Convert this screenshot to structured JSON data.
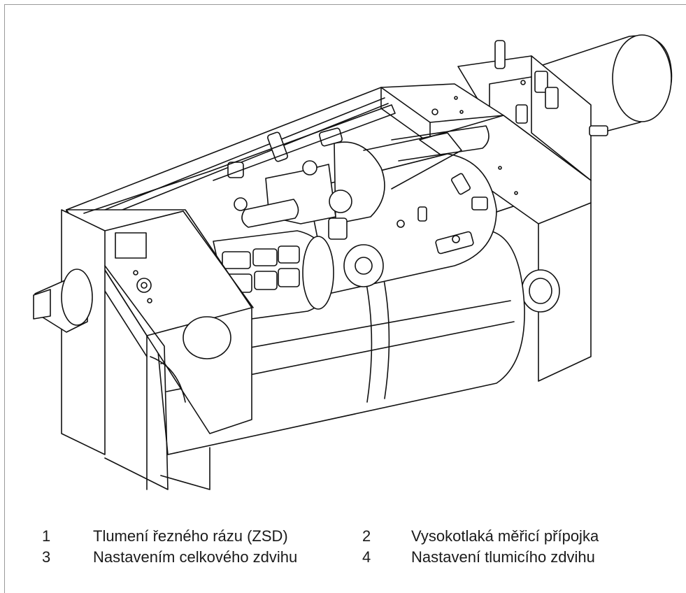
{
  "figure": {
    "icon": "pneumatic-cylinder-drawing-icon"
  },
  "legend": {
    "items": [
      {
        "num": "1",
        "text": "Tlumení řezného rázu (ZSD)"
      },
      {
        "num": "2",
        "text": "Vysokotlaká měřicí přípojka"
      },
      {
        "num": "3",
        "text": "Nastavením celkového zdvihu"
      },
      {
        "num": "4",
        "text": "Nastavení tlumicího zdvihu"
      }
    ]
  }
}
